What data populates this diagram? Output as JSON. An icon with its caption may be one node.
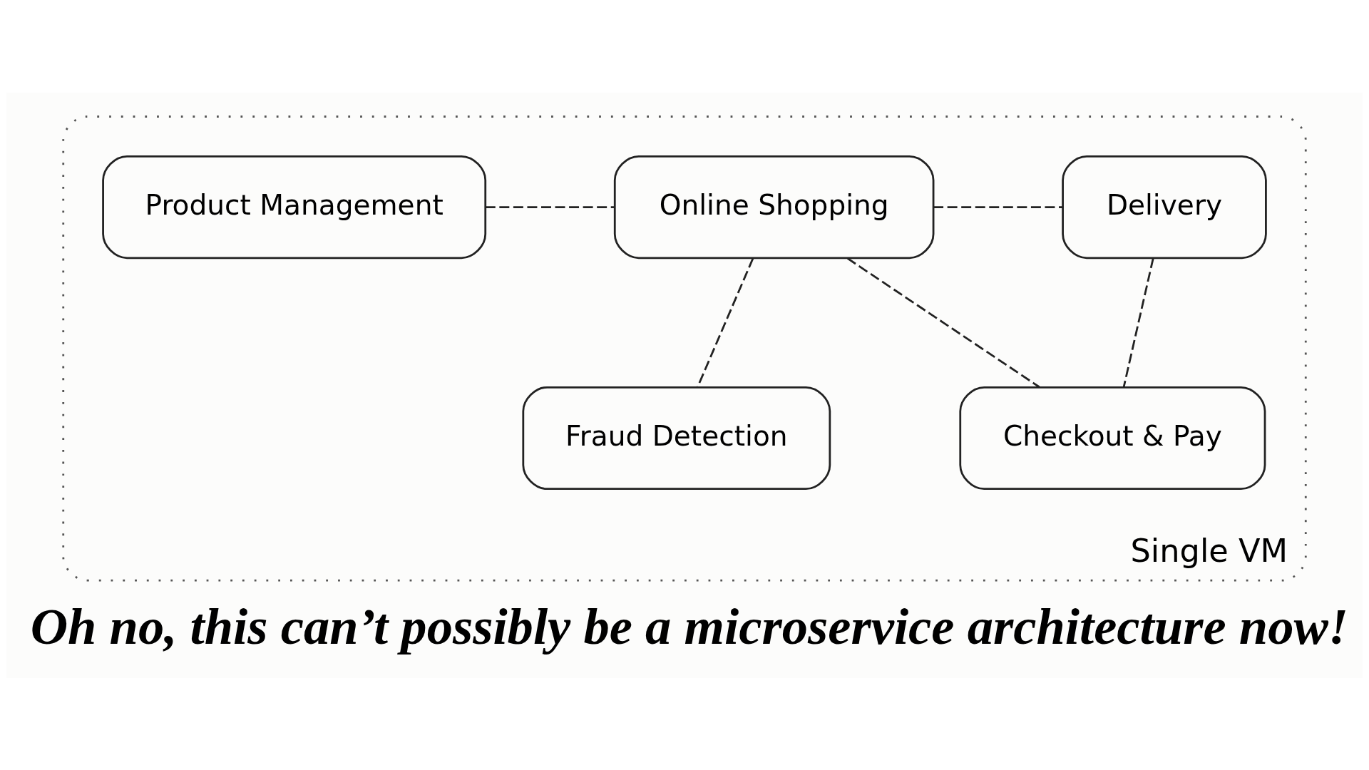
{
  "diagram": {
    "caption": "Oh no, this can’t possibly be a microservice architecture now!",
    "nodes": [
      {
        "text": [
          "Single VM"
        ]
      },
      {
        "text": [
          "Product Management"
        ],
        "in": 0
      },
      {
        "text": [
          "Online Shopping"
        ],
        "in": 0
      },
      {
        "text": [
          "Delivery"
        ],
        "in": 0
      },
      {
        "text": [
          "Fraud Detection"
        ],
        "in": 0
      },
      {
        "text": [
          "Checkout & Pay"
        ],
        "in": 0
      }
    ],
    "edges": [
      {
        "from": 1,
        "to": 2,
        "arrow": "none",
        "style": "dashed"
      },
      {
        "from": 2,
        "to": 3,
        "arrow": "none",
        "style": "dashed"
      },
      {
        "from": 2,
        "to": 4,
        "arrow": "none",
        "style": "dashed"
      },
      {
        "from": 2,
        "to": 5,
        "arrow": "none",
        "style": "dashed"
      },
      {
        "from": 3,
        "to": 5,
        "arrow": "none",
        "style": "dashed"
      }
    ]
  }
}
